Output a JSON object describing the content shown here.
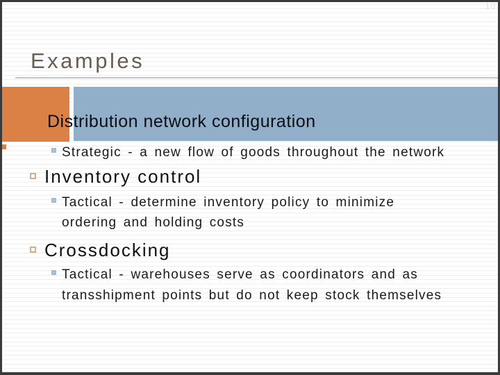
{
  "slide": {
    "number": "10",
    "title": "Examples",
    "banner_title": "Distribution network configuration",
    "content": [
      {
        "type": "sub",
        "lines": [
          "Strategic - a new flow of goods throughout the network"
        ]
      },
      {
        "type": "main",
        "lines": [
          "Inventory control"
        ]
      },
      {
        "type": "sub",
        "lines": [
          "Tactical - determine inventory policy to minimize",
          "ordering and holding costs"
        ]
      },
      {
        "type": "main",
        "lines": [
          "Crossdocking"
        ]
      },
      {
        "type": "sub",
        "lines": [
          "Tactical - warehouses serve as coordinators and as",
          "transshipment points but do not keep stock themselves"
        ]
      }
    ],
    "colors": {
      "accent_orange": "#dc8145",
      "accent_blue": "#92afc9",
      "frame": "#3a3a3a",
      "title_text": "#695e53",
      "banner_text": "#0e0e16",
      "body_text": "#1a1a1a",
      "bullet_tan_outline": "#d8ab82",
      "bullet_blue_outline": "#a1bcd7",
      "stripe": "#ededed",
      "rule": "#c6c6c6"
    }
  }
}
